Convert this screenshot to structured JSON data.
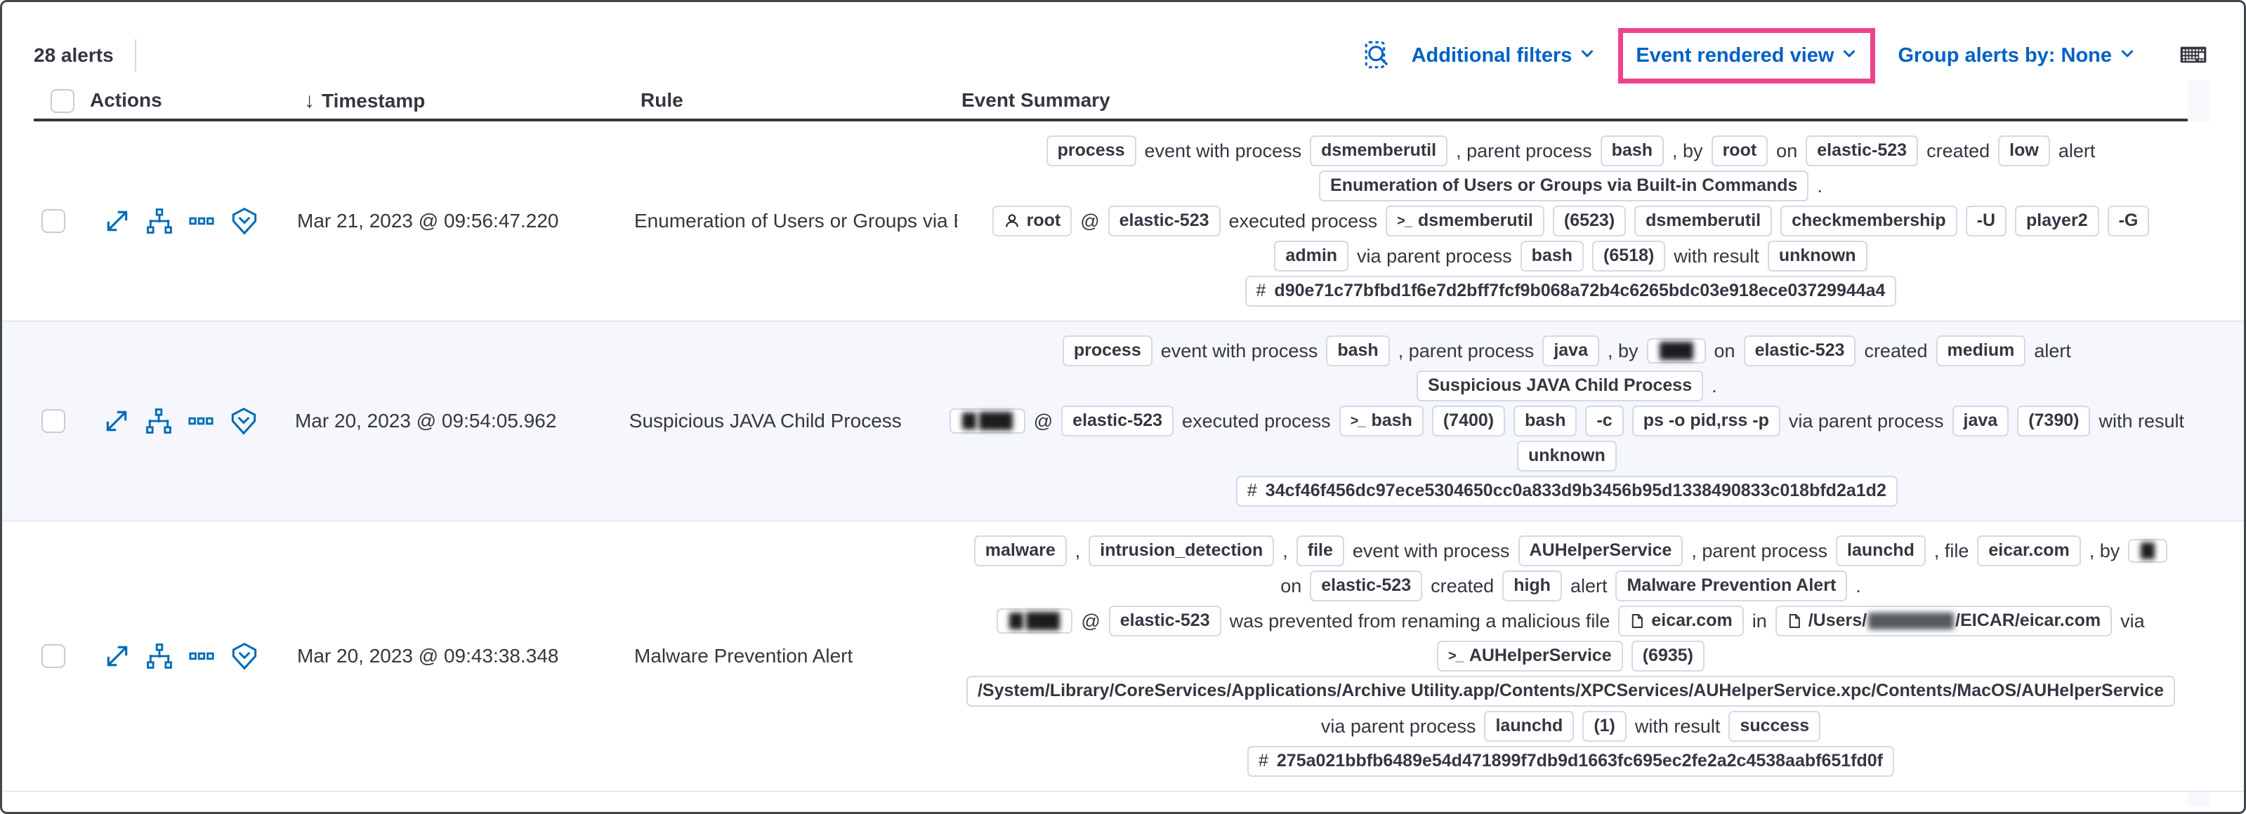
{
  "colors": {
    "highlight_pink": "#F0428C",
    "link_blue": "#0061C5",
    "icon_blue": "#006BB8"
  },
  "toolbar": {
    "alerts_count": "28 alerts",
    "additional_filters_label": "Additional filters",
    "view_selector_label": "Event rendered view",
    "group_by_label": "Group alerts by: None"
  },
  "table": {
    "headers": {
      "actions": "Actions",
      "timestamp": "Timestamp",
      "rule": "Rule",
      "event_summary": "Event Summary"
    },
    "rows": [
      {
        "timestamp": "Mar 21, 2023 @ 09:56:47.220",
        "rule": "Enumeration of Users or Groups via Bui",
        "summary": [
          [
            {
              "b": "process"
            },
            {
              "t": "event with process"
            },
            {
              "b": "dsmemberutil"
            },
            {
              "t": ", parent process"
            },
            {
              "b": "bash"
            },
            {
              "t": ", by"
            },
            {
              "b": "root"
            },
            {
              "t": "on"
            },
            {
              "b": "elastic-523"
            },
            {
              "t": "created"
            },
            {
              "b": "low"
            },
            {
              "t": "alert"
            }
          ],
          [
            {
              "b": "Enumeration of Users or Groups via Built-in Commands"
            },
            {
              "t": "."
            }
          ],
          [
            {
              "b": "root",
              "i": "user"
            },
            {
              "t": "@"
            },
            {
              "b": "elastic-523"
            },
            {
              "t": "executed process"
            },
            {
              "b": "dsmemberutil",
              "i": "terminal"
            },
            {
              "b": "(6523)"
            },
            {
              "b": "dsmemberutil"
            },
            {
              "b": "checkmembership"
            },
            {
              "b": "-U"
            },
            {
              "b": "player2"
            },
            {
              "b": "-G"
            }
          ],
          [
            {
              "b": "admin"
            },
            {
              "t": "via parent process"
            },
            {
              "b": "bash"
            },
            {
              "b": "(6518)"
            },
            {
              "t": "with result"
            },
            {
              "b": "unknown"
            }
          ],
          [
            {
              "b": "d90e71c77bfbd1f6e7d2bff7fcf9b068a72b4c6265bdc03e918ece03729944a4",
              "i": "hash"
            }
          ]
        ]
      },
      {
        "timestamp": "Mar 20, 2023 @ 09:54:05.962",
        "rule": "Suspicious JAVA Child Process",
        "summary": [
          [
            {
              "b": "process"
            },
            {
              "t": "event with process"
            },
            {
              "b": "bash"
            },
            {
              "t": ", parent process"
            },
            {
              "b": "java"
            },
            {
              "t": ", by"
            },
            {
              "b": "{redacted}"
            },
            {
              "t": "on"
            },
            {
              "b": "elastic-523"
            },
            {
              "t": "created"
            },
            {
              "b": "medium"
            },
            {
              "t": "alert"
            }
          ],
          [
            {
              "b": "Suspicious JAVA Child Process"
            },
            {
              "t": "."
            }
          ],
          [
            {
              "b": "{redacted-sm} {redacted}"
            },
            {
              "t": "@"
            },
            {
              "b": "elastic-523"
            },
            {
              "t": "executed process"
            },
            {
              "b": "bash",
              "i": "terminal"
            },
            {
              "b": "(7400)"
            },
            {
              "b": "bash"
            },
            {
              "b": "-c"
            },
            {
              "b": "ps -o pid,rss -p"
            },
            {
              "t": "via parent process"
            },
            {
              "b": "java"
            },
            {
              "b": "(7390)"
            },
            {
              "t": "with result"
            }
          ],
          [
            {
              "b": "unknown"
            }
          ],
          [
            {
              "b": "34cf46f456dc97ece5304650cc0a833d9b3456b95d1338490833c018bfd2a1d2",
              "i": "hash"
            }
          ]
        ]
      },
      {
        "timestamp": "Mar 20, 2023 @ 09:43:38.348",
        "rule": "Malware Prevention Alert",
        "summary": [
          [
            {
              "b": "malware"
            },
            {
              "t": ","
            },
            {
              "b": "intrusion_detection"
            },
            {
              "t": ","
            },
            {
              "b": "file"
            },
            {
              "t": "event with process"
            },
            {
              "b": "AUHelperService"
            },
            {
              "t": ", parent process"
            },
            {
              "b": "launchd"
            },
            {
              "t": ", file"
            },
            {
              "b": "eicar.com"
            },
            {
              "t": ", by"
            },
            {
              "b": "{redacted-sm}"
            }
          ],
          [
            {
              "t": "on"
            },
            {
              "b": "elastic-523"
            },
            {
              "t": "created"
            },
            {
              "b": "high"
            },
            {
              "t": "alert"
            },
            {
              "b": "Malware Prevention Alert"
            },
            {
              "t": "."
            }
          ],
          [
            {
              "b": "{redacted-sm} {redacted}"
            },
            {
              "t": "@"
            },
            {
              "b": "elastic-523"
            },
            {
              "t": "was prevented from renaming a malicious file"
            },
            {
              "b": "eicar.com",
              "i": "document"
            },
            {
              "t": "in"
            },
            {
              "b": "/Users/{redacted-lg}/EICAR/eicar.com",
              "i": "document"
            },
            {
              "t": "via"
            }
          ],
          [
            {
              "b": "AUHelperService",
              "i": "terminal"
            },
            {
              "b": "(6935)"
            }
          ],
          [
            {
              "b": "/System/Library/CoreServices/Applications/Archive Utility.app/Contents/XPCServices/AUHelperService.xpc/Contents/MacOS/AUHelperService"
            }
          ],
          [
            {
              "t": "via parent process"
            },
            {
              "b": "launchd"
            },
            {
              "b": "(1)"
            },
            {
              "t": "with result"
            },
            {
              "b": "success"
            }
          ],
          [
            {
              "b": "275a021bbfb6489e54d471899f7db9d1663fc695ec2fe2a2c4538aabf651fd0f",
              "i": "hash"
            }
          ]
        ]
      }
    ]
  }
}
